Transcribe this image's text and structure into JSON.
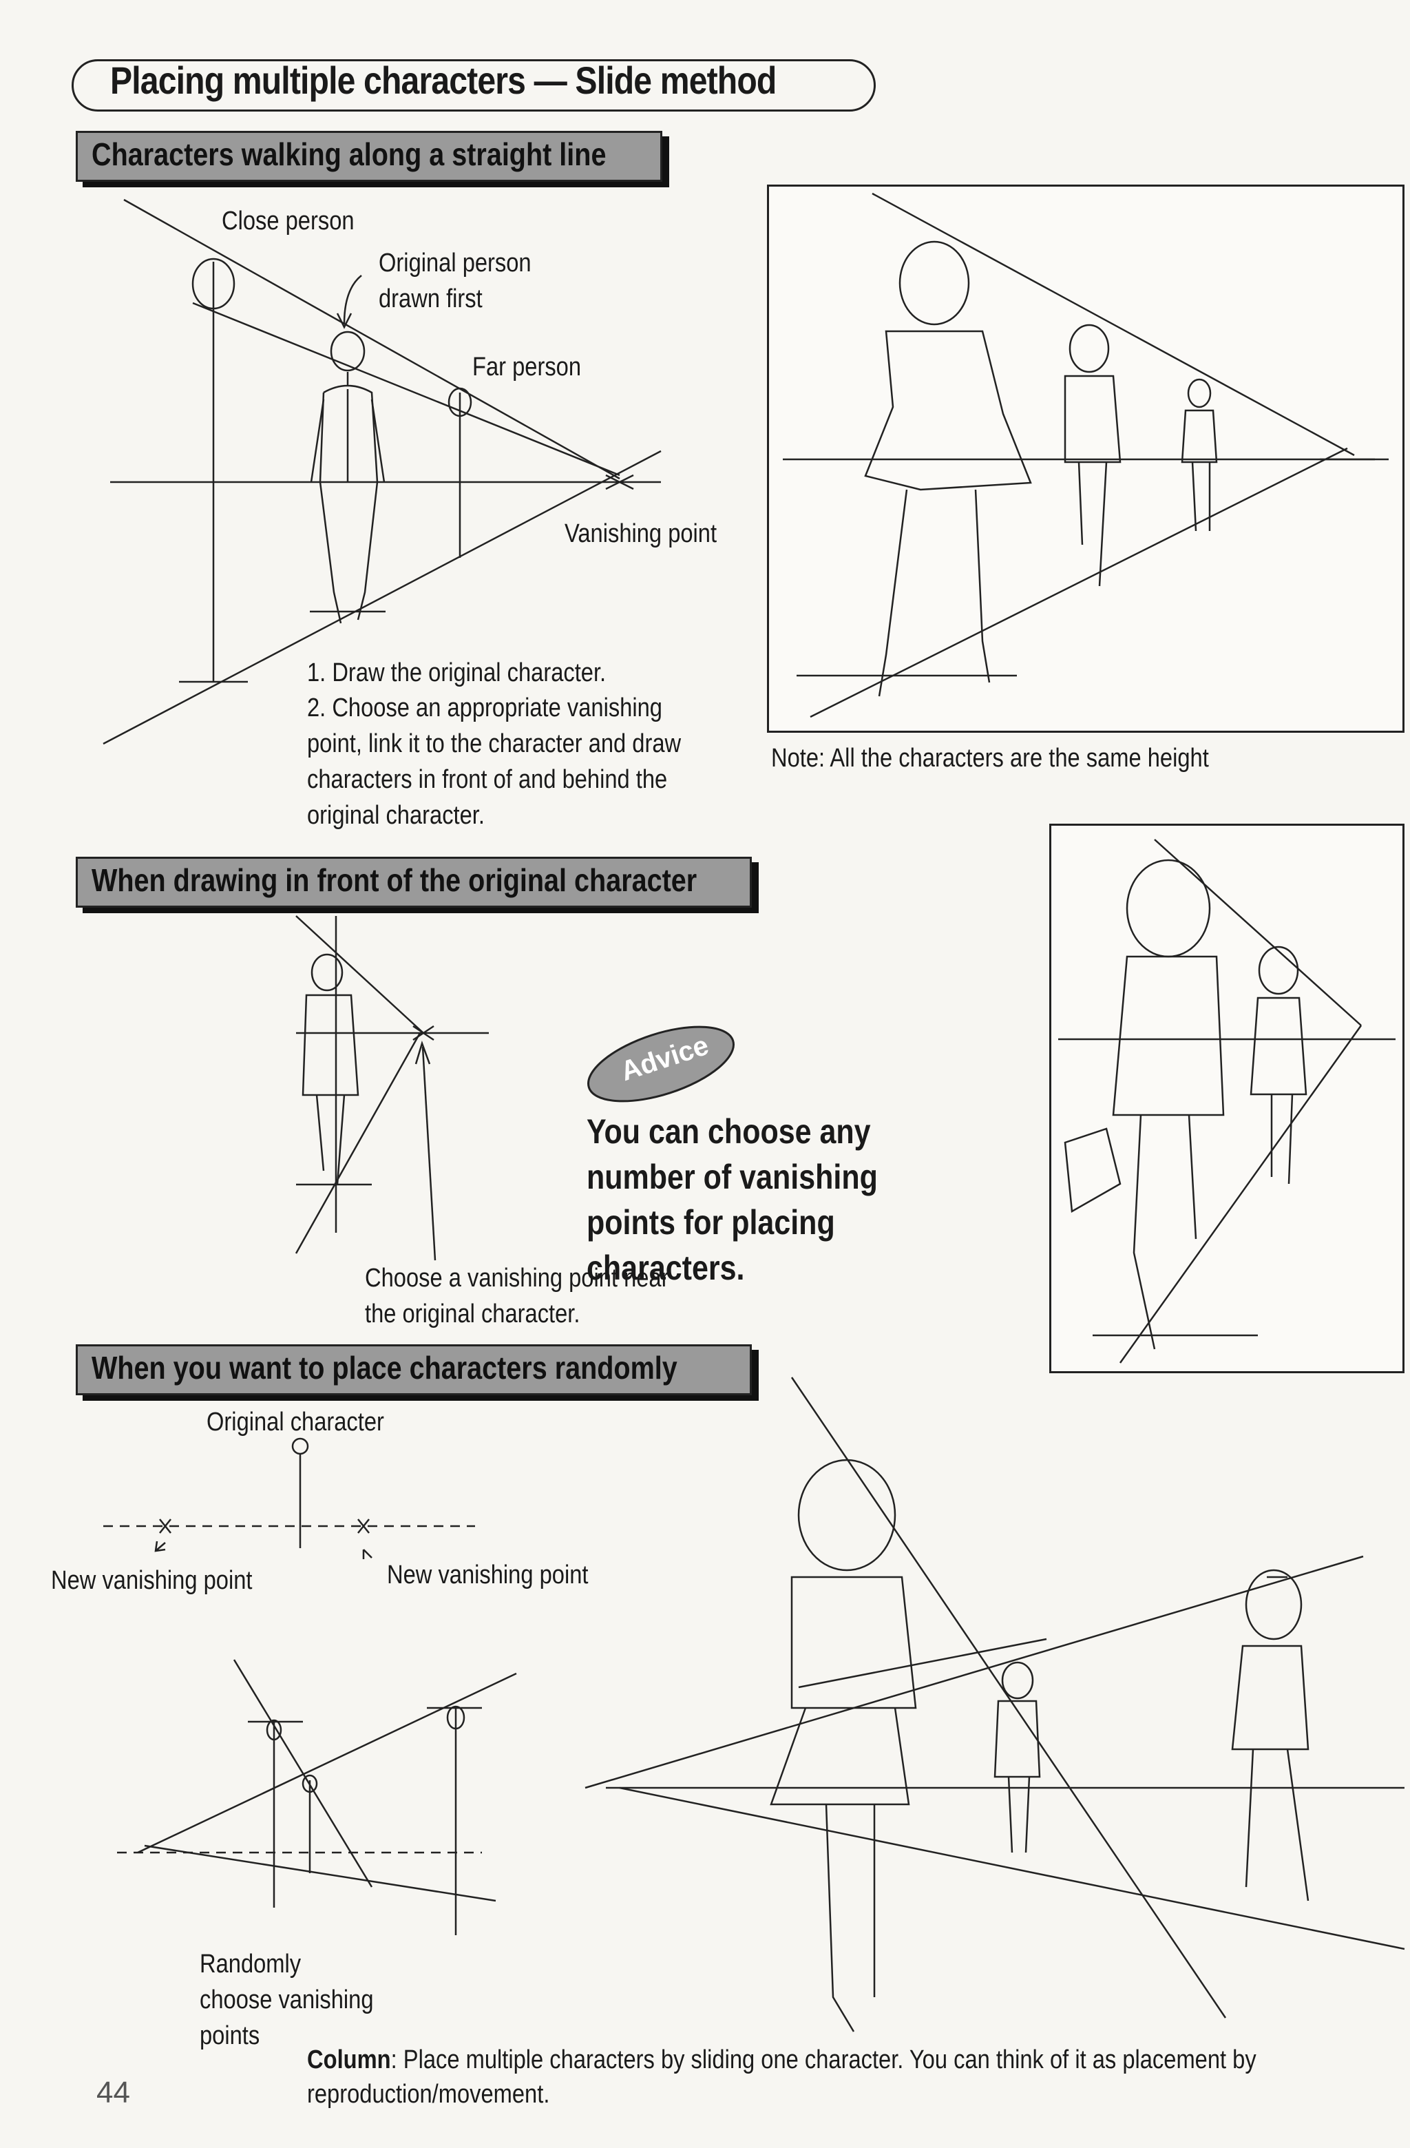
{
  "page_title": "Placing multiple characters — Slide method",
  "sections": {
    "straight_line": {
      "heading": "Characters walking along a straight line",
      "label_close": "Close person",
      "label_original": "Original person drawn first",
      "label_far": "Far person",
      "label_vp": "Vanishing point",
      "step1": "1. Draw the original character.",
      "step2": "2. Choose an appropriate vanishing point, link it to the character and draw characters in front of and behind the original character.",
      "note": "Note: All the characters are the same height"
    },
    "in_front": {
      "heading": "When drawing in front of the original character",
      "caption": "Choose a vanishing point near the original character."
    },
    "advice": {
      "badge": "Advice",
      "text": "You can choose any number of vanishing points for placing characters."
    },
    "random": {
      "heading": "When you want to place characters randomly",
      "label_original": "Original character",
      "label_new_vp_left": "New vanishing point",
      "label_new_vp_right": "New vanishing point",
      "caption": "Randomly choose vanishing points"
    }
  },
  "footer": {
    "page_number": "44",
    "column_label": "Column",
    "column_text": ": Place multiple characters by sliding one character. You can think of it as placement by reproduction/movement."
  }
}
